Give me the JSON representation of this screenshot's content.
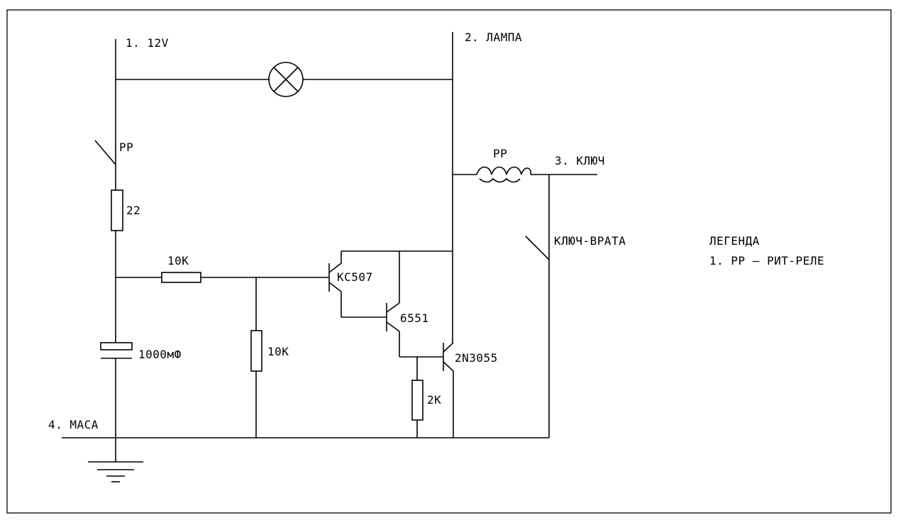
{
  "nodes": {
    "supply": "1. 12V",
    "lamp": "2. ЛАМПА",
    "key": "3. КЛЮЧ",
    "ground": "4. МАСА"
  },
  "components": {
    "relay_switch": "РР",
    "relay_coil": "РР",
    "r_supply": "22",
    "r_base": "10K",
    "r_divider": "10K",
    "capacitor": "1000мФ",
    "r_emitter": "2K",
    "q1": "KC507",
    "q2": "6551",
    "q3": "2N3055",
    "door_switch": "КЛЮЧ-ВРАТА"
  },
  "legend": {
    "title": "ЛЕГЕНДА",
    "items": [
      "1. РР – РИТ-РЕЛЕ"
    ]
  }
}
